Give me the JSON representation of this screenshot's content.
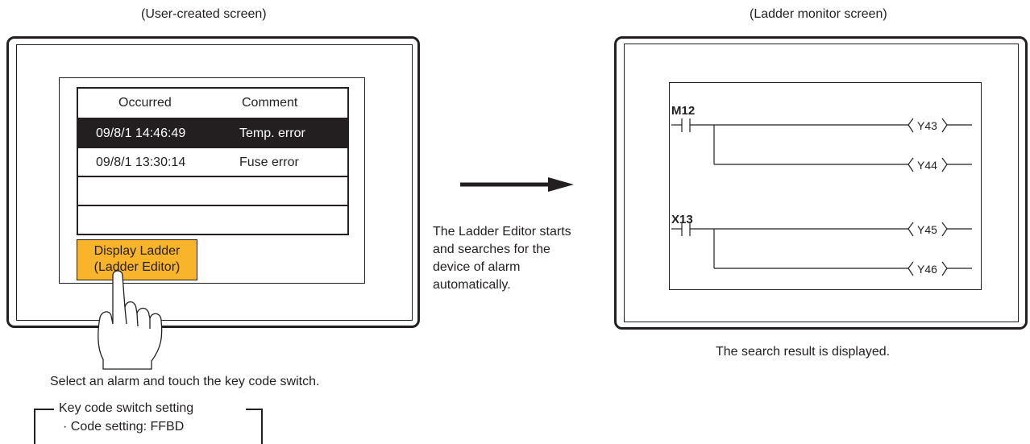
{
  "left_panel": {
    "caption": "(User-created screen)",
    "alarm_table": {
      "headers": [
        "Occurred",
        "Comment"
      ],
      "rows": [
        {
          "time": "09/8/1 14:46:49",
          "comment": "Temp. error"
        },
        {
          "time": "09/8/1 13:30:14",
          "comment": "Fuse error"
        }
      ]
    },
    "button": {
      "line1": "Display Ladder",
      "line2": "(Ladder Editor)",
      "color": "#f8b42a"
    },
    "instruction": "Select an alarm and touch the key code switch.",
    "settings": {
      "title": "Key code switch setting",
      "code": "· Code setting: FFBD"
    }
  },
  "middle": {
    "description": [
      "The Ladder Editor starts",
      "and searches for the",
      "device of alarm",
      "automatically."
    ]
  },
  "right_panel": {
    "caption": "(Ladder monitor screen)",
    "ladder": {
      "rung1": {
        "contact": "M12",
        "coils": [
          "Y43",
          "Y44"
        ]
      },
      "rung2": {
        "contact": "X13",
        "coils": [
          "Y45",
          "Y46"
        ]
      }
    },
    "result": "The search result is displayed."
  }
}
